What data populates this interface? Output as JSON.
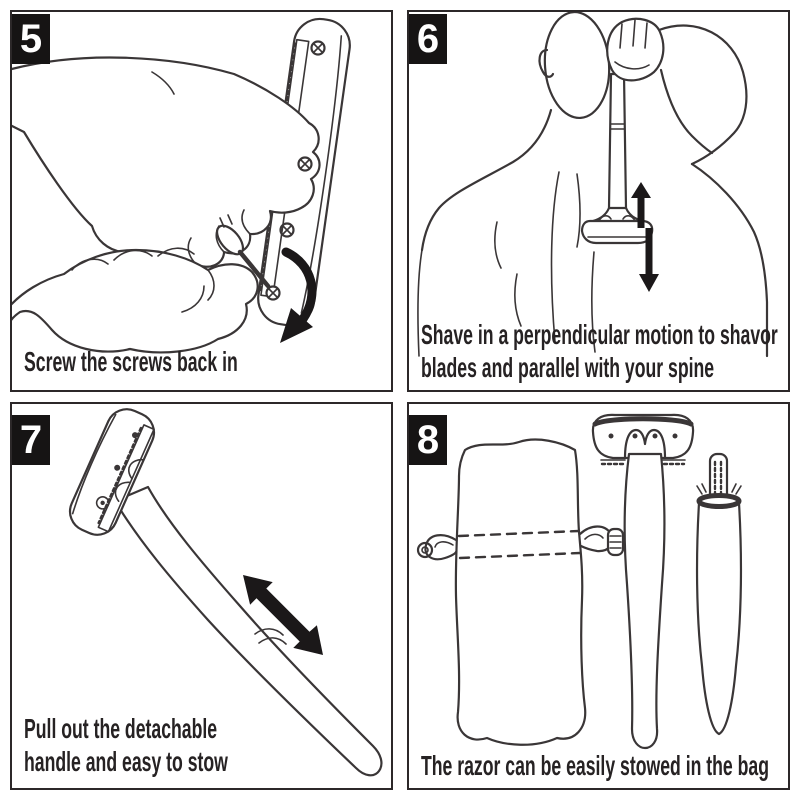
{
  "page": {
    "title": "Razor instructions steps 5-8",
    "background": "#ffffff"
  },
  "colors": {
    "line": "#3a3637",
    "ink": "#1b1819",
    "text": "#262223",
    "badge_bg": "#161414",
    "badge_text": "#ffffff",
    "border": "#2c2829"
  },
  "panels": [
    {
      "number": "5",
      "caption_line1": "Screw the screws back in",
      "caption_line2": "",
      "illustration": "hand-with-screwdriver-fastening-screws-into-razor-head",
      "icons": [
        "rotation-arrow-icon",
        "screw-icon"
      ]
    },
    {
      "number": "6",
      "caption_line1": "Shave in a perpendicular motion to shavor",
      "caption_line2": "blades and parallel with your spine",
      "illustration": "person-shaving-back-over-shoulder",
      "icons": [
        "up-arrow-icon",
        "down-arrow-icon"
      ]
    },
    {
      "number": "7",
      "caption_line1": "Pull out the detachable",
      "caption_line2": "handle and easy to stow",
      "illustration": "razor-with-detachable-handle",
      "icons": [
        "double-headed-arrow-icon"
      ]
    },
    {
      "number": "8",
      "caption_line1": "The razor can be easily stowed in the bag",
      "caption_line2": "",
      "illustration": "drawstring-bag-razor-and-sheath",
      "icons": []
    }
  ]
}
